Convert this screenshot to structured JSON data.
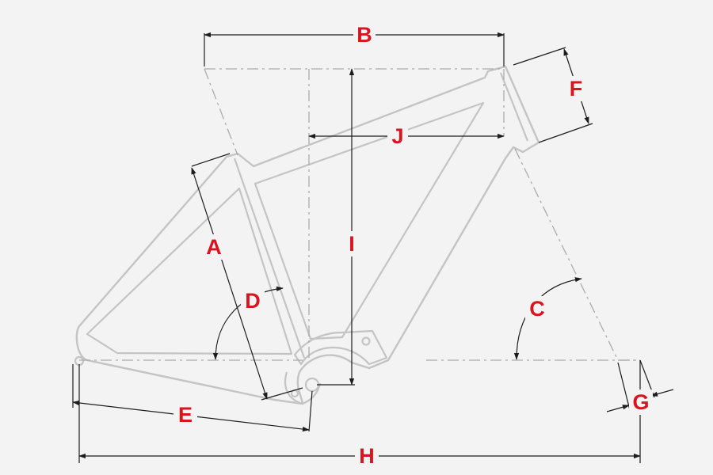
{
  "accent_color": "#d8141f",
  "frame_color": "#c4c4c4",
  "dimension_line_color": "#1d1d1d",
  "background_color": "#f3f3f3",
  "labels": {
    "A": "A",
    "B": "B",
    "C": "C",
    "D": "D",
    "E": "E",
    "F": "F",
    "G": "G",
    "H": "H",
    "I": "I",
    "J": "J"
  }
}
